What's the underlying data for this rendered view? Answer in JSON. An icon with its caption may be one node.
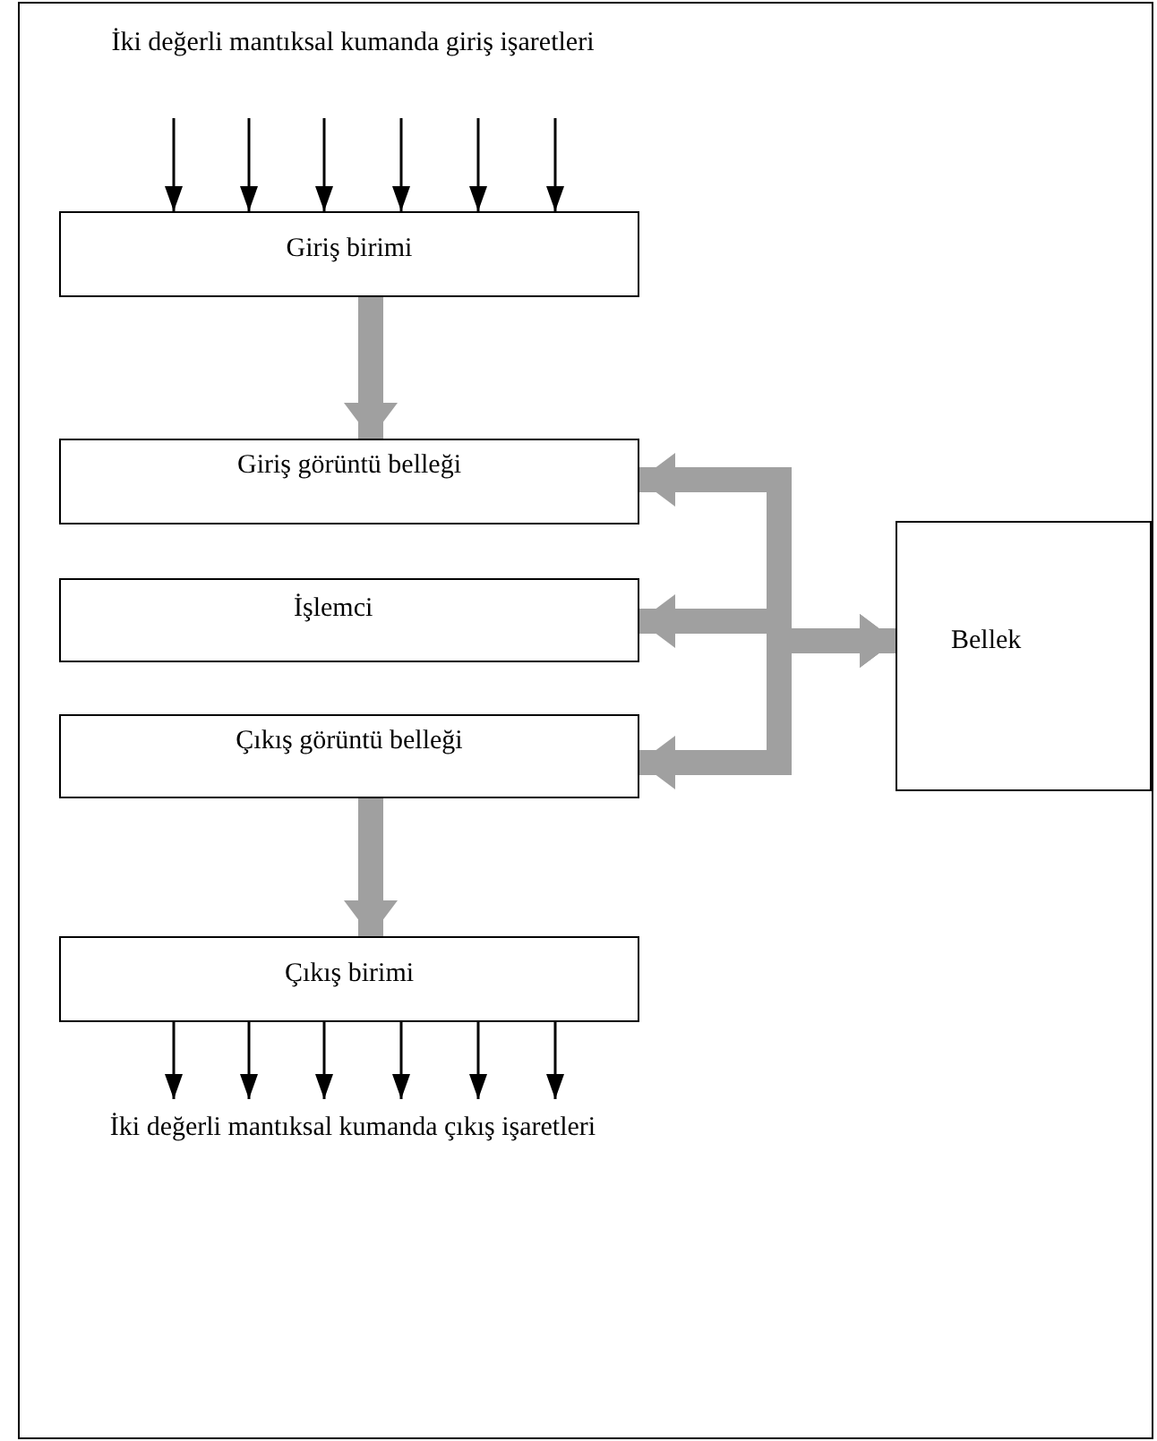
{
  "diagram": {
    "nodes": [
      {
        "text": [
          "İki değerli mantıksal kumanda giriş işaretleri"
        ]
      },
      {
        "text": [
          "Giriş birimi"
        ]
      },
      {
        "text": [
          "Giriş görüntü belleği"
        ]
      },
      {
        "text": [
          "İşlemci"
        ]
      },
      {
        "text": [
          "Çıkış görüntü belleği"
        ]
      },
      {
        "text": [
          "Çıkış birimi"
        ]
      },
      {
        "text": [
          "Bellek"
        ]
      },
      {
        "text": [
          "İki değerli mantıksal kumanda çıkış işaretleri"
        ]
      }
    ],
    "edges": [
      {
        "from": 0,
        "to": 1,
        "arrow": "to"
      },
      {
        "from": 0,
        "to": 1,
        "arrow": "to"
      },
      {
        "from": 0,
        "to": 1,
        "arrow": "to"
      },
      {
        "from": 0,
        "to": 1,
        "arrow": "to"
      },
      {
        "from": 0,
        "to": 1,
        "arrow": "to"
      },
      {
        "from": 0,
        "to": 1,
        "arrow": "to"
      },
      {
        "from": 1,
        "to": 2,
        "arrow": "to",
        "style": "thick",
        "color": "#a0a0a0"
      },
      {
        "from": 6,
        "to": 2,
        "arrow": "both",
        "style": "thick",
        "color": "#a0a0a0"
      },
      {
        "from": 6,
        "to": 3,
        "arrow": "both",
        "style": "thick",
        "color": "#a0a0a0"
      },
      {
        "from": 6,
        "to": 4,
        "arrow": "both",
        "style": "thick",
        "color": "#a0a0a0"
      },
      {
        "from": 4,
        "to": 5,
        "arrow": "to",
        "style": "thick",
        "color": "#a0a0a0"
      },
      {
        "from": 5,
        "to": 7,
        "arrow": "to"
      },
      {
        "from": 5,
        "to": 7,
        "arrow": "to"
      },
      {
        "from": 5,
        "to": 7,
        "arrow": "to"
      },
      {
        "from": 5,
        "to": 7,
        "arrow": "to"
      },
      {
        "from": 5,
        "to": 7,
        "arrow": "to"
      },
      {
        "from": 5,
        "to": 7,
        "arrow": "to"
      }
    ]
  }
}
